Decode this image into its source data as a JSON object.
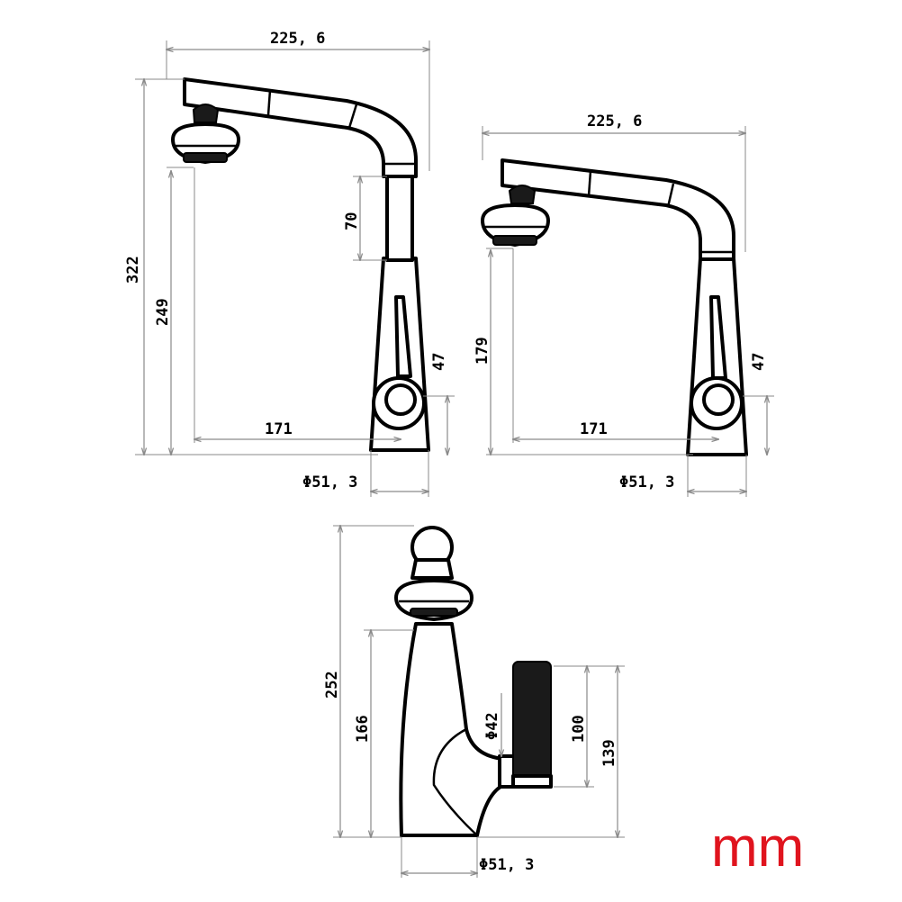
{
  "unit_label": "mm",
  "view_left": {
    "width": "225, 6",
    "total_height": "322",
    "spout_height": "249",
    "pull_out": "70",
    "reach": "171",
    "handle_height": "47",
    "base_diameter": "Φ51, 3"
  },
  "view_right": {
    "width": "225, 6",
    "spout_height": "179",
    "reach": "171",
    "handle_height": "47",
    "base_diameter": "Φ51, 3"
  },
  "view_front": {
    "total_height": "252",
    "body_height": "166",
    "handle_diameter": "Φ42",
    "handle_length": "100",
    "handle_total": "139",
    "base_diameter": "Φ51, 3"
  },
  "colors": {
    "unit": "#e0141e",
    "line": "#000000",
    "dimension": "#8a8a8a"
  }
}
